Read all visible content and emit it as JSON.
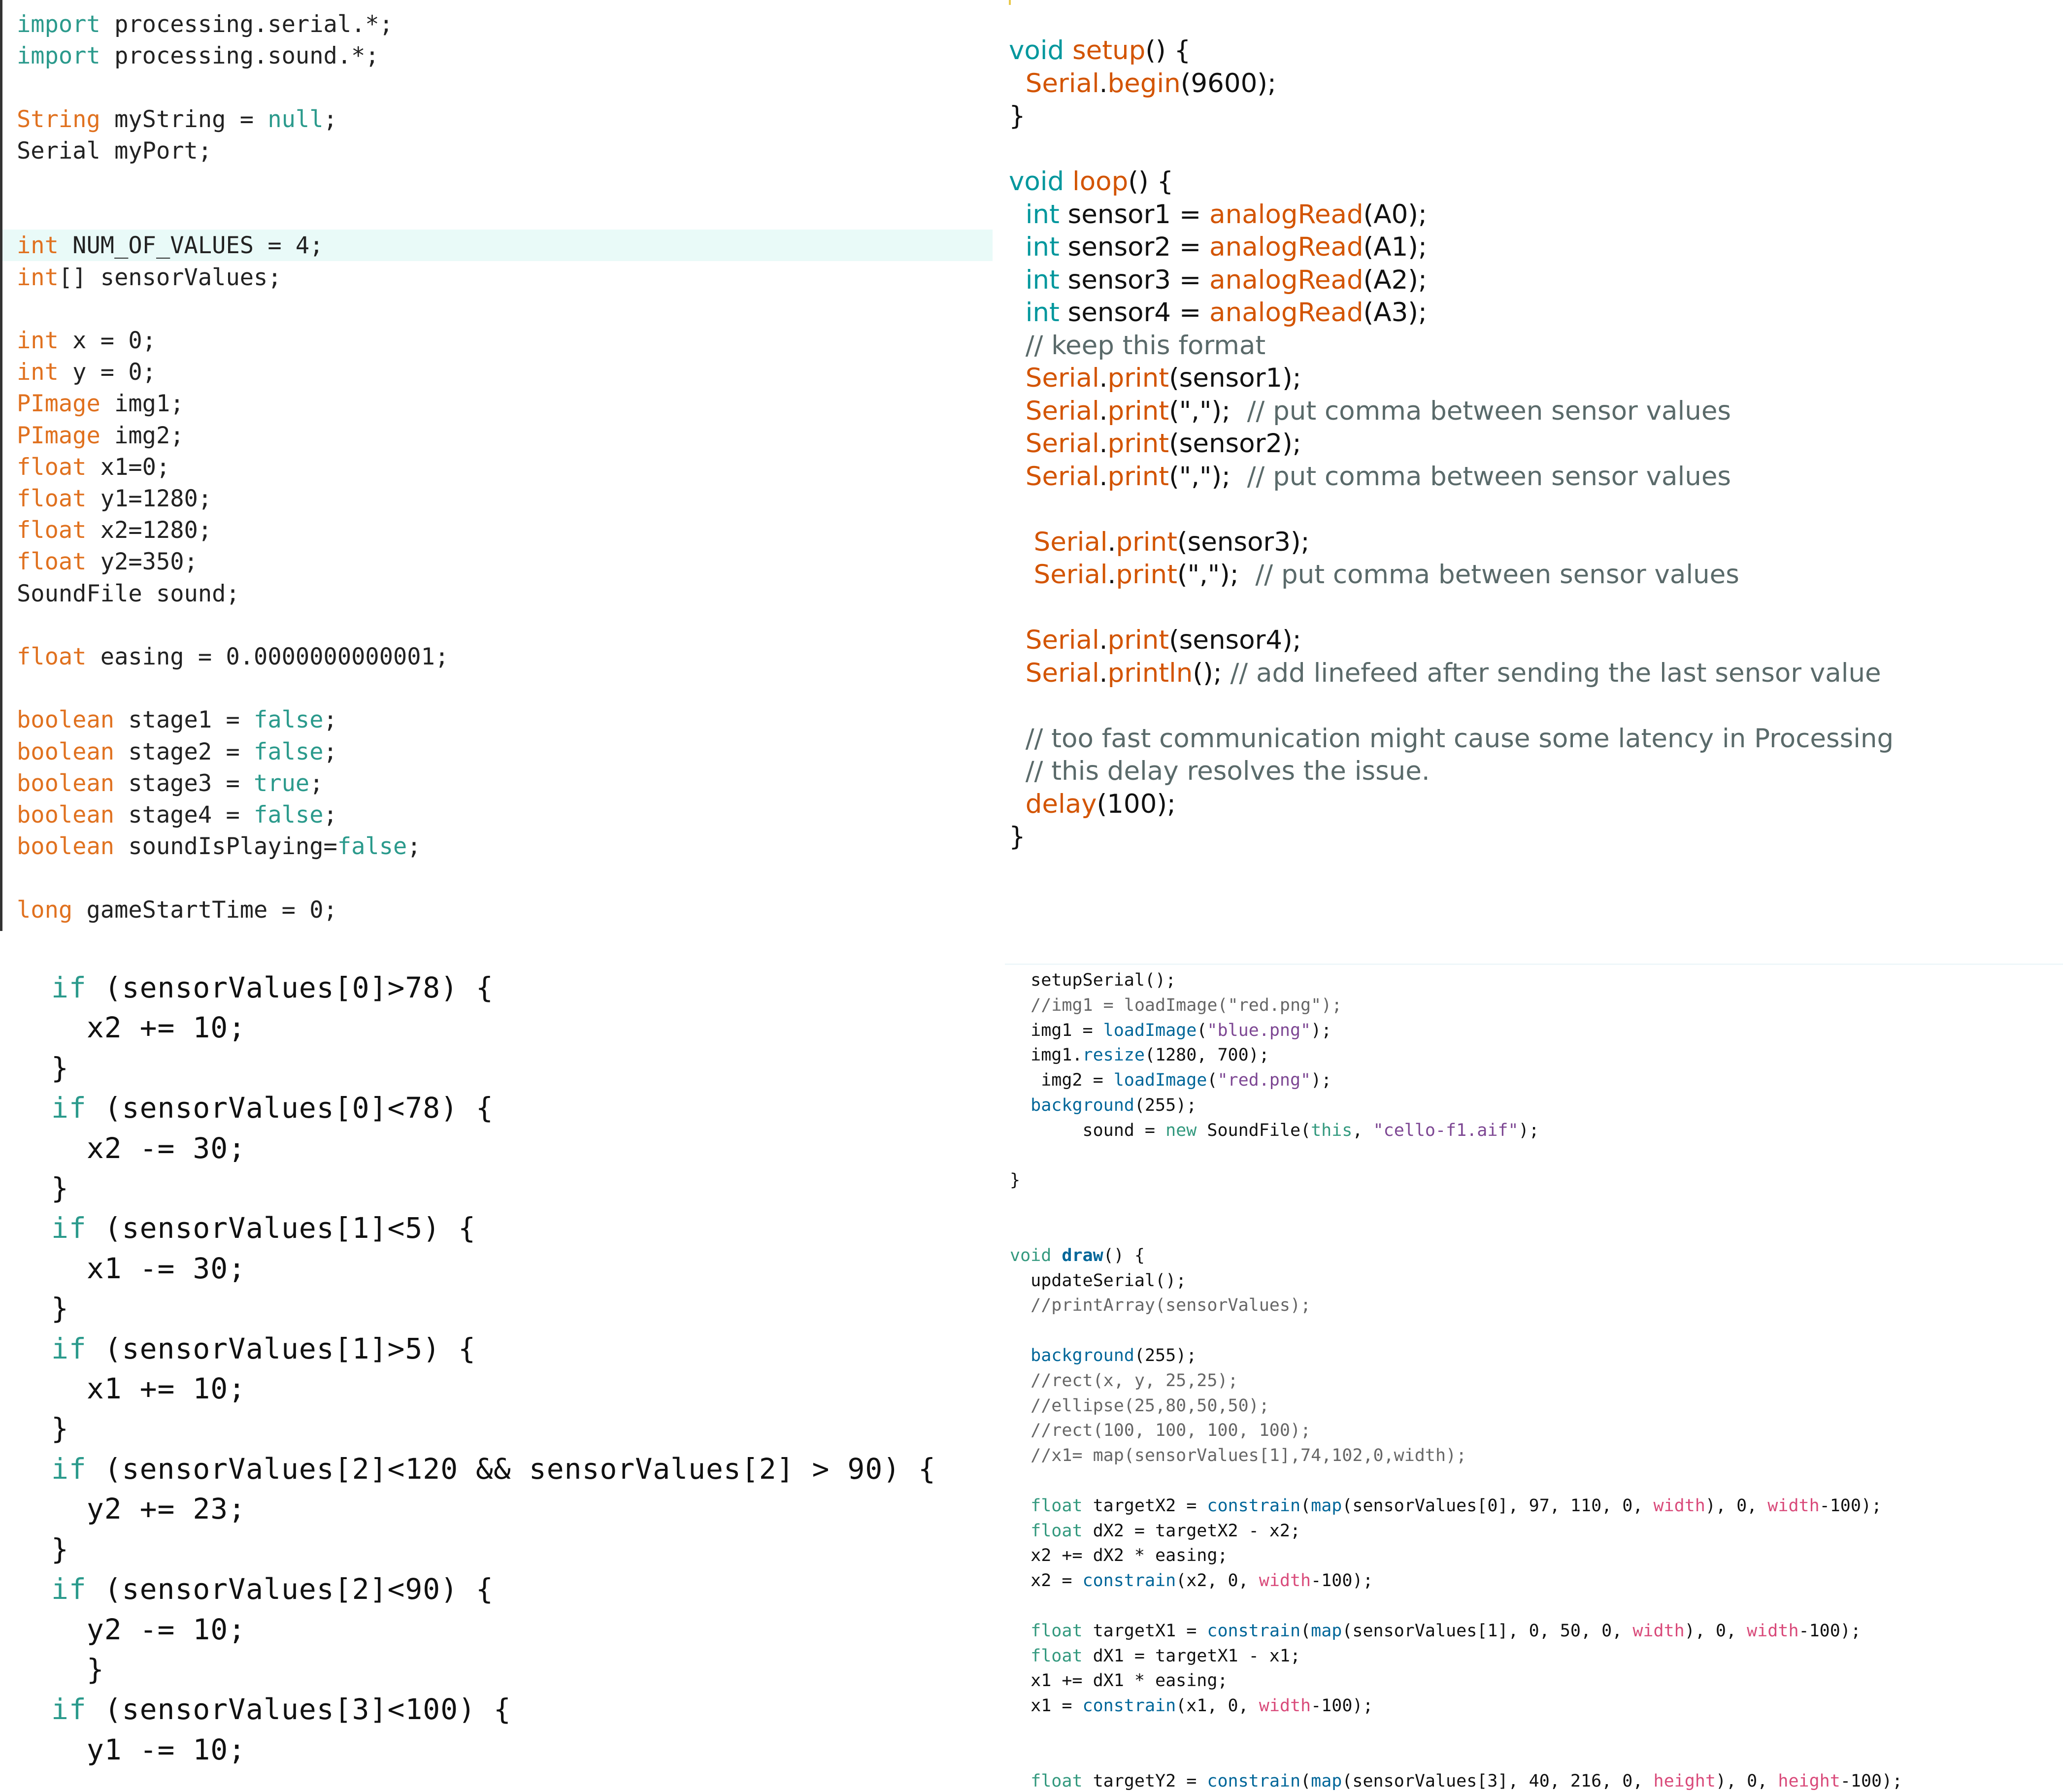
{
  "panels": {
    "declarations": {
      "lines": [
        [
          {
            "t": "import",
            "c": "imp"
          },
          {
            "t": " processing.serial.*;"
          }
        ],
        [
          {
            "t": "import",
            "c": "imp"
          },
          {
            "t": " processing.sound.*;"
          }
        ],
        [],
        [
          {
            "t": "String",
            "c": "kw"
          },
          {
            "t": " myString = "
          },
          {
            "t": "null",
            "c": "lit"
          },
          {
            "t": ";"
          }
        ],
        [
          {
            "t": "Serial myPort;"
          }
        ],
        [],
        [],
        [
          {
            "t": "int",
            "c": "kw"
          },
          {
            "t": " NUM_OF_VALUES = 4;"
          }
        ],
        [
          {
            "t": "int",
            "c": "kw"
          },
          {
            "t": "[] sensorValues;"
          }
        ],
        [],
        [
          {
            "t": "int",
            "c": "kw"
          },
          {
            "t": " x = 0;"
          }
        ],
        [
          {
            "t": "int",
            "c": "kw"
          },
          {
            "t": " y = 0;"
          }
        ],
        [
          {
            "t": "PImage",
            "c": "kw"
          },
          {
            "t": " img1;"
          }
        ],
        [
          {
            "t": "PImage",
            "c": "kw"
          },
          {
            "t": " img2;"
          }
        ],
        [
          {
            "t": "float",
            "c": "kw"
          },
          {
            "t": " x1=0;"
          }
        ],
        [
          {
            "t": "float",
            "c": "kw"
          },
          {
            "t": " y1=1280;"
          }
        ],
        [
          {
            "t": "float",
            "c": "kw"
          },
          {
            "t": " x2=1280;"
          }
        ],
        [
          {
            "t": "float",
            "c": "kw"
          },
          {
            "t": " y2=350;"
          }
        ],
        [
          {
            "t": "SoundFile sound;"
          }
        ],
        [],
        [
          {
            "t": "float",
            "c": "kw"
          },
          {
            "t": " easing = 0.0000000000001;"
          }
        ],
        [],
        [
          {
            "t": "boolean",
            "c": "kw"
          },
          {
            "t": " stage1 = "
          },
          {
            "t": "false",
            "c": "lit"
          },
          {
            "t": ";"
          }
        ],
        [
          {
            "t": "boolean",
            "c": "kw"
          },
          {
            "t": " stage2 = "
          },
          {
            "t": "false",
            "c": "lit"
          },
          {
            "t": ";"
          }
        ],
        [
          {
            "t": "boolean",
            "c": "kw"
          },
          {
            "t": " stage3 = "
          },
          {
            "t": "true",
            "c": "lit"
          },
          {
            "t": ";"
          }
        ],
        [
          {
            "t": "boolean",
            "c": "kw"
          },
          {
            "t": " stage4 = "
          },
          {
            "t": "false",
            "c": "lit"
          },
          {
            "t": ";"
          }
        ],
        [
          {
            "t": "boolean",
            "c": "kw"
          },
          {
            "t": " soundIsPlaying="
          },
          {
            "t": "false",
            "c": "lit"
          },
          {
            "t": ";"
          }
        ],
        [],
        [
          {
            "t": "long",
            "c": "kw"
          },
          {
            "t": " gameStartTime = 0;"
          }
        ]
      ]
    },
    "arduino": {
      "lines": [
        [
          {
            "t": "void",
            "c": "ard"
          },
          {
            "t": " "
          },
          {
            "t": "setup",
            "c": "fn"
          },
          {
            "t": "() {"
          }
        ],
        [
          {
            "t": "  "
          },
          {
            "t": "Serial",
            "c": "fn"
          },
          {
            "t": "."
          },
          {
            "t": "begin",
            "c": "fn"
          },
          {
            "t": "(9600);"
          }
        ],
        [
          {
            "t": "}"
          }
        ],
        [],
        [
          {
            "t": "void",
            "c": "ard"
          },
          {
            "t": " "
          },
          {
            "t": "loop",
            "c": "fn"
          },
          {
            "t": "() {"
          }
        ],
        [
          {
            "t": "  "
          },
          {
            "t": "int",
            "c": "ard"
          },
          {
            "t": " sensor1 = "
          },
          {
            "t": "analogRead",
            "c": "fn"
          },
          {
            "t": "(A0);"
          }
        ],
        [
          {
            "t": "  "
          },
          {
            "t": "int",
            "c": "ard"
          },
          {
            "t": " sensor2 = "
          },
          {
            "t": "analogRead",
            "c": "fn"
          },
          {
            "t": "(A1);"
          }
        ],
        [
          {
            "t": "  "
          },
          {
            "t": "int",
            "c": "ard"
          },
          {
            "t": " sensor3 = "
          },
          {
            "t": "analogRead",
            "c": "fn"
          },
          {
            "t": "(A2);"
          }
        ],
        [
          {
            "t": "  "
          },
          {
            "t": "int",
            "c": "ard"
          },
          {
            "t": " sensor4 = "
          },
          {
            "t": "analogRead",
            "c": "fn"
          },
          {
            "t": "(A3);"
          }
        ],
        [
          {
            "t": "  // keep this format",
            "c": "cm"
          }
        ],
        [
          {
            "t": "  "
          },
          {
            "t": "Serial",
            "c": "fn"
          },
          {
            "t": "."
          },
          {
            "t": "print",
            "c": "fn"
          },
          {
            "t": "(sensor1);"
          }
        ],
        [
          {
            "t": "  "
          },
          {
            "t": "Serial",
            "c": "fn"
          },
          {
            "t": "."
          },
          {
            "t": "print",
            "c": "fn"
          },
          {
            "t": "(\",\");  "
          },
          {
            "t": "// put comma between sensor values",
            "c": "cm"
          }
        ],
        [
          {
            "t": "  "
          },
          {
            "t": "Serial",
            "c": "fn"
          },
          {
            "t": "."
          },
          {
            "t": "print",
            "c": "fn"
          },
          {
            "t": "(sensor2);"
          }
        ],
        [
          {
            "t": "  "
          },
          {
            "t": "Serial",
            "c": "fn"
          },
          {
            "t": "."
          },
          {
            "t": "print",
            "c": "fn"
          },
          {
            "t": "(\",\");  "
          },
          {
            "t": "// put comma between sensor values",
            "c": "cm"
          }
        ],
        [],
        [
          {
            "t": "   "
          },
          {
            "t": "Serial",
            "c": "fn"
          },
          {
            "t": "."
          },
          {
            "t": "print",
            "c": "fn"
          },
          {
            "t": "(sensor3);"
          }
        ],
        [
          {
            "t": "   "
          },
          {
            "t": "Serial",
            "c": "fn"
          },
          {
            "t": "."
          },
          {
            "t": "print",
            "c": "fn"
          },
          {
            "t": "(\",\");  "
          },
          {
            "t": "// put comma between sensor values",
            "c": "cm"
          }
        ],
        [],
        [
          {
            "t": "  "
          },
          {
            "t": "Serial",
            "c": "fn"
          },
          {
            "t": "."
          },
          {
            "t": "print",
            "c": "fn"
          },
          {
            "t": "(sensor4);"
          }
        ],
        [
          {
            "t": "  "
          },
          {
            "t": "Serial",
            "c": "fn"
          },
          {
            "t": "."
          },
          {
            "t": "println",
            "c": "fn"
          },
          {
            "t": "(); "
          },
          {
            "t": "// add linefeed after sending the last sensor value",
            "c": "cm"
          }
        ],
        [],
        [
          {
            "t": "  // too fast communication might cause some latency in Processing",
            "c": "cm"
          }
        ],
        [
          {
            "t": "  // this delay resolves the issue.",
            "c": "cm"
          }
        ],
        [
          {
            "t": "  "
          },
          {
            "t": "delay",
            "c": "fn"
          },
          {
            "t": "(100);"
          }
        ],
        [
          {
            "t": "}"
          }
        ]
      ]
    },
    "conditions": {
      "lines": [
        [
          {
            "t": "if",
            "c": "cond"
          },
          {
            "t": " (sensorValues[0]>78) {"
          }
        ],
        [
          {
            "t": "  x2 += 10;"
          }
        ],
        [
          {
            "t": "}"
          }
        ],
        [
          {
            "t": "if",
            "c": "cond"
          },
          {
            "t": " (sensorValues[0]<78) {"
          }
        ],
        [
          {
            "t": "  x2 -= 30;"
          }
        ],
        [
          {
            "t": "}"
          }
        ],
        [
          {
            "t": "if",
            "c": "cond"
          },
          {
            "t": " (sensorValues[1]<5) {"
          }
        ],
        [
          {
            "t": "  x1 -= 30;"
          }
        ],
        [
          {
            "t": "}"
          }
        ],
        [
          {
            "t": "if",
            "c": "cond"
          },
          {
            "t": " (sensorValues[1]>5) {"
          }
        ],
        [
          {
            "t": "  x1 += 10;"
          }
        ],
        [
          {
            "t": "}"
          }
        ],
        [
          {
            "t": "if",
            "c": "cond"
          },
          {
            "t": " (sensorValues[2]<120 && sensorValues[2] > 90) {"
          }
        ],
        [
          {
            "t": "  y2 += 23;"
          }
        ],
        [
          {
            "t": "}"
          }
        ],
        [
          {
            "t": "if",
            "c": "cond"
          },
          {
            "t": " (sensorValues[2]<90) {"
          }
        ],
        [
          {
            "t": "  y2 -= 10;"
          }
        ],
        [
          {
            "t": "  }"
          }
        ],
        [
          {
            "t": "if",
            "c": "cond"
          },
          {
            "t": " (sensorValues[3]<100) {"
          }
        ],
        [
          {
            "t": "  y1 -= 10;"
          }
        ]
      ]
    },
    "draw": {
      "lines": [
        [
          {
            "t": "  setupSerial();"
          }
        ],
        [
          {
            "t": "  //img1 = loadImage(\"red.png\");",
            "c": "cmt"
          }
        ],
        [
          {
            "t": "  img1 = "
          },
          {
            "t": "loadImage",
            "c": "bl"
          },
          {
            "t": "("
          },
          {
            "t": "\"blue.png\"",
            "c": "str"
          },
          {
            "t": ");"
          }
        ],
        [
          {
            "t": "  img1."
          },
          {
            "t": "resize",
            "c": "bl"
          },
          {
            "t": "(1280, 700);"
          }
        ],
        [
          {
            "t": "   img2 = "
          },
          {
            "t": "loadImage",
            "c": "bl"
          },
          {
            "t": "("
          },
          {
            "t": "\"red.png\"",
            "c": "str"
          },
          {
            "t": ");"
          }
        ],
        [
          {
            "t": "  "
          },
          {
            "t": "background",
            "c": "bl"
          },
          {
            "t": "(255);"
          }
        ],
        [
          {
            "t": "       sound = "
          },
          {
            "t": "new",
            "c": "gr"
          },
          {
            "t": " SoundFile("
          },
          {
            "t": "this",
            "c": "gr"
          },
          {
            "t": ", "
          },
          {
            "t": "\"cello-f1.aif\"",
            "c": "str"
          },
          {
            "t": ");"
          }
        ],
        [],
        [
          {
            "t": "}"
          }
        ],
        [],
        [],
        [
          {
            "t": "void",
            "c": "gr"
          },
          {
            "t": " "
          },
          {
            "t": "draw",
            "c": "blb"
          },
          {
            "t": "() {"
          }
        ],
        [
          {
            "t": "  updateSerial();"
          }
        ],
        [
          {
            "t": "  //printArray(sensorValues);",
            "c": "cmt"
          }
        ],
        [],
        [
          {
            "t": "  "
          },
          {
            "t": "background",
            "c": "bl"
          },
          {
            "t": "(255);"
          }
        ],
        [
          {
            "t": "  //rect(x, y, 25,25);",
            "c": "cmt"
          }
        ],
        [
          {
            "t": "  //ellipse(25,80,50,50);",
            "c": "cmt"
          }
        ],
        [
          {
            "t": "  //rect(100, 100, 100, 100);",
            "c": "cmt"
          }
        ],
        [
          {
            "t": "  //x1= map(sensorValues[1],74,102,0,width);",
            "c": "cmt"
          }
        ],
        [],
        [
          {
            "t": "  "
          },
          {
            "t": "float",
            "c": "gr"
          },
          {
            "t": " targetX2 = "
          },
          {
            "t": "constrain",
            "c": "bl"
          },
          {
            "t": "("
          },
          {
            "t": "map",
            "c": "bl"
          },
          {
            "t": "(sensorValues[0], 97, 110, 0, "
          },
          {
            "t": "width",
            "c": "pinkv"
          },
          {
            "t": "), 0, "
          },
          {
            "t": "width",
            "c": "pinkv"
          },
          {
            "t": "-100);"
          }
        ],
        [
          {
            "t": "  "
          },
          {
            "t": "float",
            "c": "gr"
          },
          {
            "t": " dX2 = targetX2 - x2;"
          }
        ],
        [
          {
            "t": "  x2 += dX2 * easing;"
          }
        ],
        [
          {
            "t": "  x2 = "
          },
          {
            "t": "constrain",
            "c": "bl"
          },
          {
            "t": "(x2, 0, "
          },
          {
            "t": "width",
            "c": "pinkv"
          },
          {
            "t": "-100);"
          }
        ],
        [],
        [
          {
            "t": "  "
          },
          {
            "t": "float",
            "c": "gr"
          },
          {
            "t": " targetX1 = "
          },
          {
            "t": "constrain",
            "c": "bl"
          },
          {
            "t": "("
          },
          {
            "t": "map",
            "c": "bl"
          },
          {
            "t": "(sensorValues[1], 0, 50, 0, "
          },
          {
            "t": "width",
            "c": "pinkv"
          },
          {
            "t": "), 0, "
          },
          {
            "t": "width",
            "c": "pinkv"
          },
          {
            "t": "-100);"
          }
        ],
        [
          {
            "t": "  "
          },
          {
            "t": "float",
            "c": "gr"
          },
          {
            "t": " dX1 = targetX1 - x1;"
          }
        ],
        [
          {
            "t": "  x1 += dX1 * easing;"
          }
        ],
        [
          {
            "t": "  x1 = "
          },
          {
            "t": "constrain",
            "c": "bl"
          },
          {
            "t": "(x1, 0, "
          },
          {
            "t": "width",
            "c": "pinkv"
          },
          {
            "t": "-100);"
          }
        ],
        [],
        [],
        [
          {
            "t": "  "
          },
          {
            "t": "float",
            "c": "gr"
          },
          {
            "t": " targetY2 = "
          },
          {
            "t": "constrain",
            "c": "bl"
          },
          {
            "t": "("
          },
          {
            "t": "map",
            "c": "bl"
          },
          {
            "t": "(sensorValues[3], 40, 216, 0, "
          },
          {
            "t": "height",
            "c": "pinkv"
          },
          {
            "t": "), 0, "
          },
          {
            "t": "height",
            "c": "pinkv"
          },
          {
            "t": "-100);"
          }
        ]
      ]
    }
  }
}
